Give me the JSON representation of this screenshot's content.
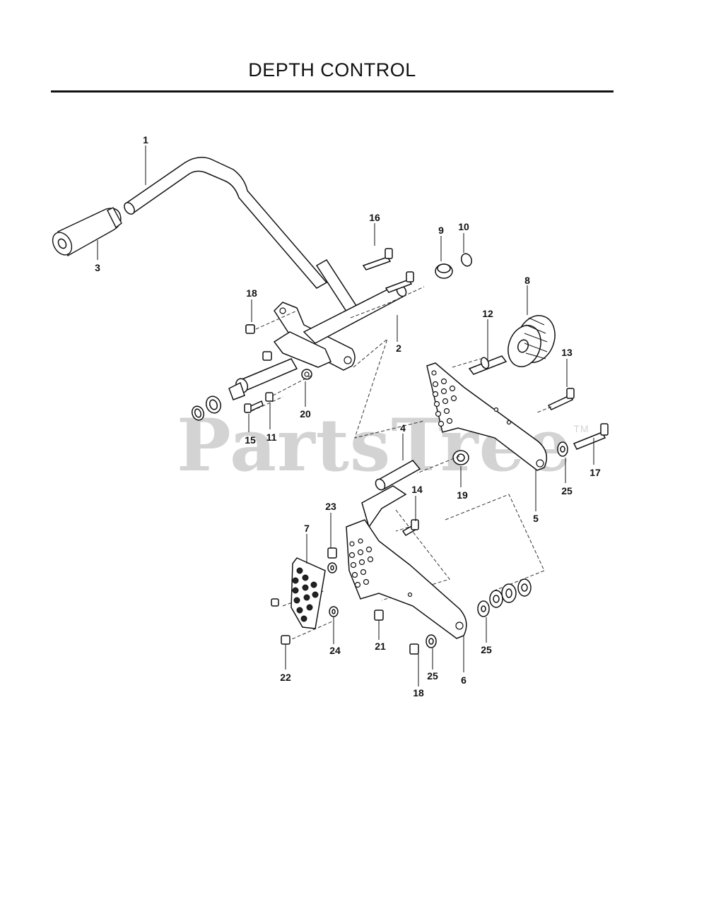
{
  "page": {
    "title": "DEPTH CONTROL",
    "watermark": "PartsTree",
    "watermark_tm": "TM"
  },
  "callouts": {
    "c1": "1",
    "c2": "2",
    "c3": "3",
    "c4": "4",
    "c5": "5",
    "c6": "6",
    "c7": "7",
    "c8": "8",
    "c9": "9",
    "c10": "10",
    "c11": "11",
    "c12": "12",
    "c13": "13",
    "c14": "14",
    "c15": "15",
    "c16": "16",
    "c17": "17",
    "c18a": "18",
    "c18b": "18",
    "c19": "19",
    "c20": "20",
    "c21": "21",
    "c22": "22",
    "c23": "23",
    "c24": "24",
    "c25a": "25",
    "c25b": "25",
    "c25c": "25"
  }
}
